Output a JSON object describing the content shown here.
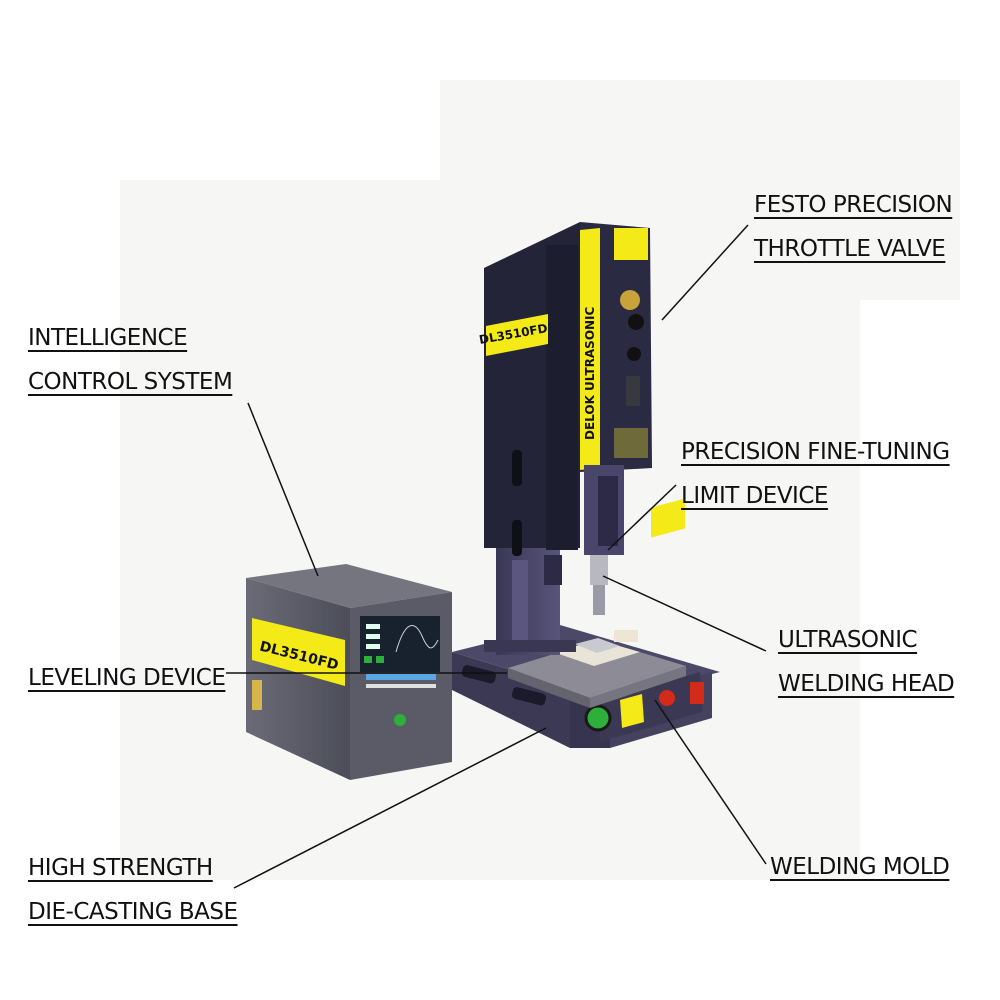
{
  "callouts": {
    "festo_valve": [
      "FESTO PRECISION ",
      "THROTTLE VALVE"
    ],
    "intelligence_control": [
      "INTELLIGENCE ",
      "CONTROL SYSTEM"
    ],
    "fine_tuning": [
      "PRECISION FINE-TUNING",
      "LIMIT DEVICE"
    ],
    "welding_head": [
      "ULTRASONIC ",
      "WELDING HEAD"
    ],
    "leveling": [
      "LEVELING DEVICE"
    ],
    "base": [
      "HIGH STRENGTH ",
      "DIE-CASTING BASE"
    ],
    "welding_mold": [
      "WELDING MOLD"
    ]
  },
  "machine": {
    "model": "DL3510FD",
    "brand": "DELOK ULTRASONIC"
  },
  "controller": {
    "model": "DL3510FD"
  },
  "colors": {
    "body": "#25263a",
    "base": "#4a4764",
    "yellow": "#f4ea18",
    "controller": "#5a5b66",
    "screen": "#18222e",
    "emergency_red": "#d42a1a",
    "power_green": "#2eae3a"
  }
}
